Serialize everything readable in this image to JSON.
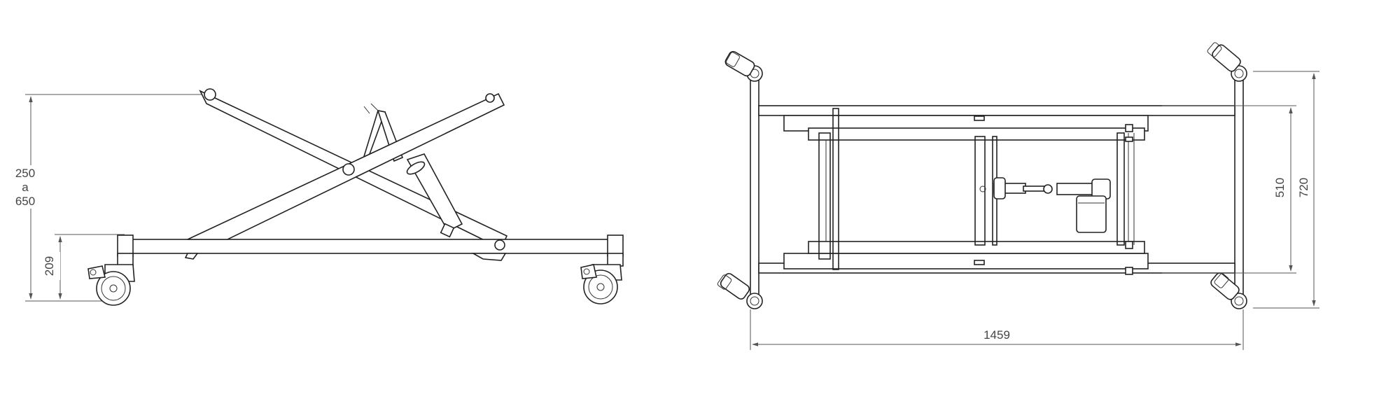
{
  "side_view": {
    "height_range": {
      "min": "250",
      "connector": "a",
      "max": "650"
    },
    "frame_height": "209"
  },
  "top_view": {
    "overall_length": "1459",
    "inner_width": "510",
    "overall_width": "720"
  }
}
